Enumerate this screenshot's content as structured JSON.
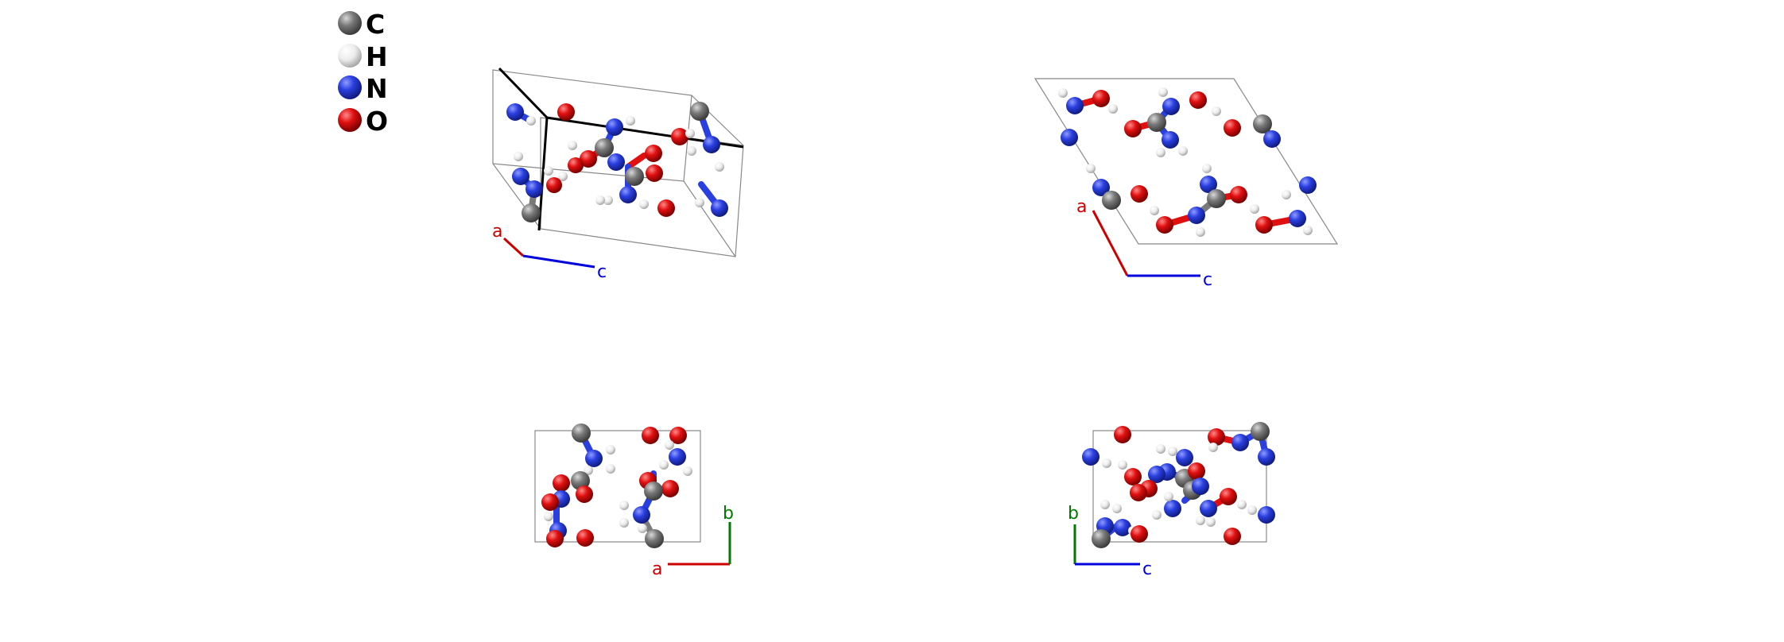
{
  "legend": [
    {
      "symbol": "C",
      "color": "#7a7a7a"
    },
    {
      "symbol": "H",
      "color": "#f2f2f2"
    },
    {
      "symbol": "N",
      "color": "#2a3fe0"
    },
    {
      "symbol": "O",
      "color": "#e01010"
    }
  ],
  "colors": {
    "axis_a": "#cc0000",
    "axis_b": "#007a00",
    "axis_c": "#0000dd",
    "cell_edge": "#888888",
    "cell_edge_bold": "#000000"
  },
  "panels": [
    {
      "id": "perspective",
      "axes": [
        "a",
        "c"
      ]
    },
    {
      "id": "view-along-b",
      "axes": [
        "a",
        "c"
      ]
    },
    {
      "id": "view-along-c",
      "axes": [
        "a",
        "b"
      ]
    },
    {
      "id": "view-along-a",
      "axes": [
        "b",
        "c"
      ]
    }
  ]
}
